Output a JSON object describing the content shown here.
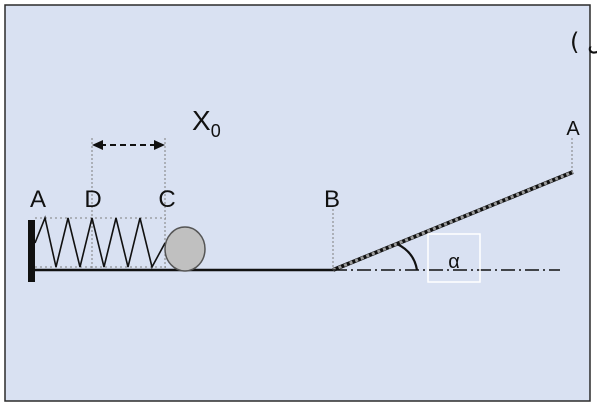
{
  "title": "( الشكل )",
  "labels": {
    "a_left": "A",
    "d": "D",
    "c": "C",
    "b": "B",
    "a_right": "A",
    "x0_base": "X",
    "x0_sub": "0",
    "alpha": "α"
  },
  "colors": {
    "background": "#d9e1f2",
    "border": "#2b2b2b",
    "ball_fill": "#c0c0c0",
    "ball_stroke": "#555555",
    "line": "#111111",
    "guide": "#7f7f7f",
    "ramp_hatch": "#9c9c9c"
  }
}
